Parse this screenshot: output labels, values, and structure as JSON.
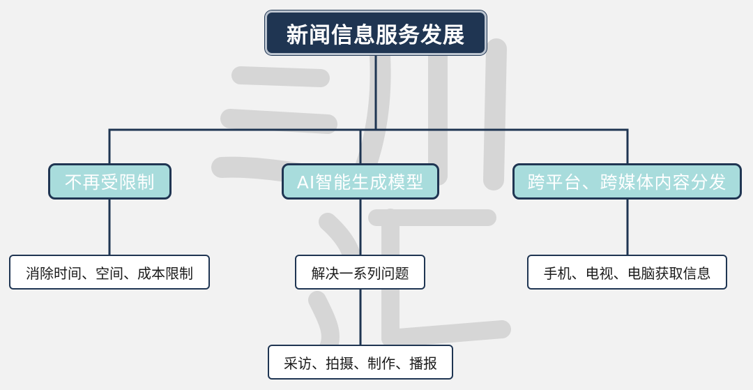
{
  "diagram": {
    "root": {
      "label": "新闻信息服务发展"
    },
    "branches": [
      {
        "label": "不再受限制",
        "children": [
          "消除时间、空间、成本限制"
        ]
      },
      {
        "label": "AI智能生成模型",
        "children": [
          "解决一系列问题",
          "采访、拍摄、制作、播报"
        ]
      },
      {
        "label": "跨平台、跨媒体内容分发",
        "children": [
          "手机、电视、电脑获取信息"
        ]
      }
    ]
  },
  "colors": {
    "background": "#f2f2f2",
    "root_fill": "#1f3552",
    "branch_fill": "#a8dcdc",
    "leaf_fill": "#ffffff",
    "connector": "#1f3552",
    "watermark": "#d6d6d6"
  }
}
